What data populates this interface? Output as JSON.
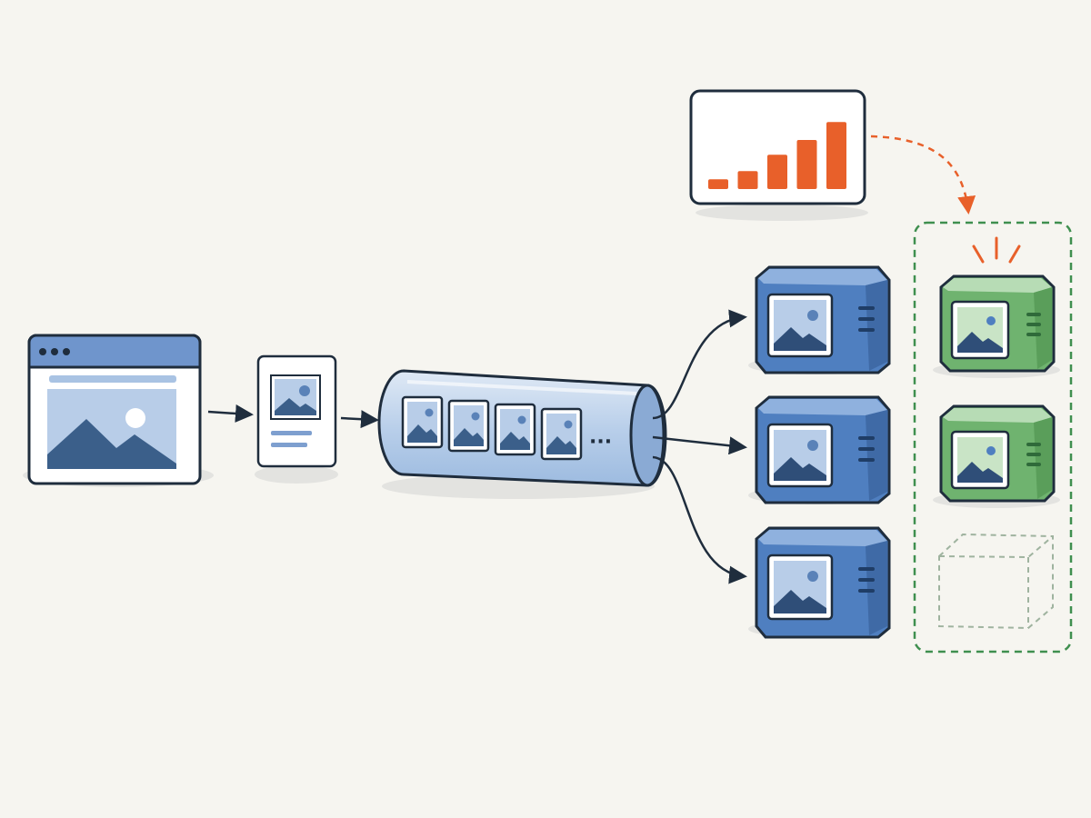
{
  "colors": {
    "background": "#f6f5f0",
    "outline": "#1f2d3d",
    "blue_main": "#4f7fc0",
    "blue_light": "#a9c3e3",
    "blue_pale": "#dbe6f3",
    "green_main": "#6fb36f",
    "green_light": "#b7dcb5",
    "green_dashed": "#3f8f4f",
    "orange": "#e8602a",
    "shadow": "#e3e3e0"
  },
  "icons": {
    "browser": "browser-window-icon",
    "image_card": "image-card-icon",
    "queue": "queue-pipe-icon",
    "worker": "server-worker-icon",
    "chart": "metrics-bar-chart-icon",
    "placeholder": "placeholder-box-icon"
  },
  "metrics_chart": {
    "bar_levels": [
      0.12,
      0.22,
      0.42,
      0.6,
      0.82
    ]
  },
  "queue": {
    "image_count": 4,
    "ellipsis": "···"
  },
  "workers": {
    "active_count": 3,
    "autoscaled_count": 2,
    "pending_count": 1
  }
}
